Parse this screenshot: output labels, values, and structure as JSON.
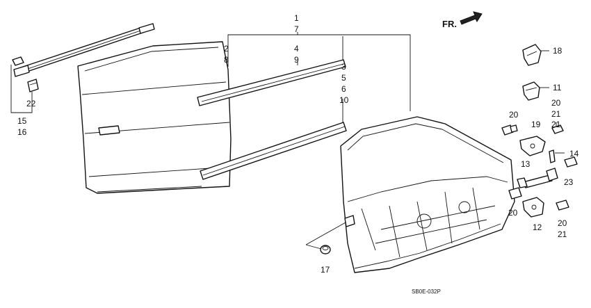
{
  "direction": {
    "text": "FR."
  },
  "drawing_code": "SB0E-032P",
  "callouts": {
    "c1": "1",
    "c7": "7",
    "c2": "2",
    "c8": "8",
    "c4": "4",
    "c9": "9",
    "c3": "3",
    "c5": "5",
    "c6": "6",
    "c10": "10",
    "c15": "15",
    "c16": "16",
    "c22": "22",
    "c17": "17",
    "c18": "18",
    "c11": "11",
    "c20a": "20",
    "c21a": "21",
    "c20b": "20",
    "c19": "19",
    "c21b": "21",
    "c14": "14",
    "c13": "13",
    "c23": "23",
    "c20c": "20",
    "c12": "12",
    "c20d": "20",
    "c21c": "21"
  }
}
